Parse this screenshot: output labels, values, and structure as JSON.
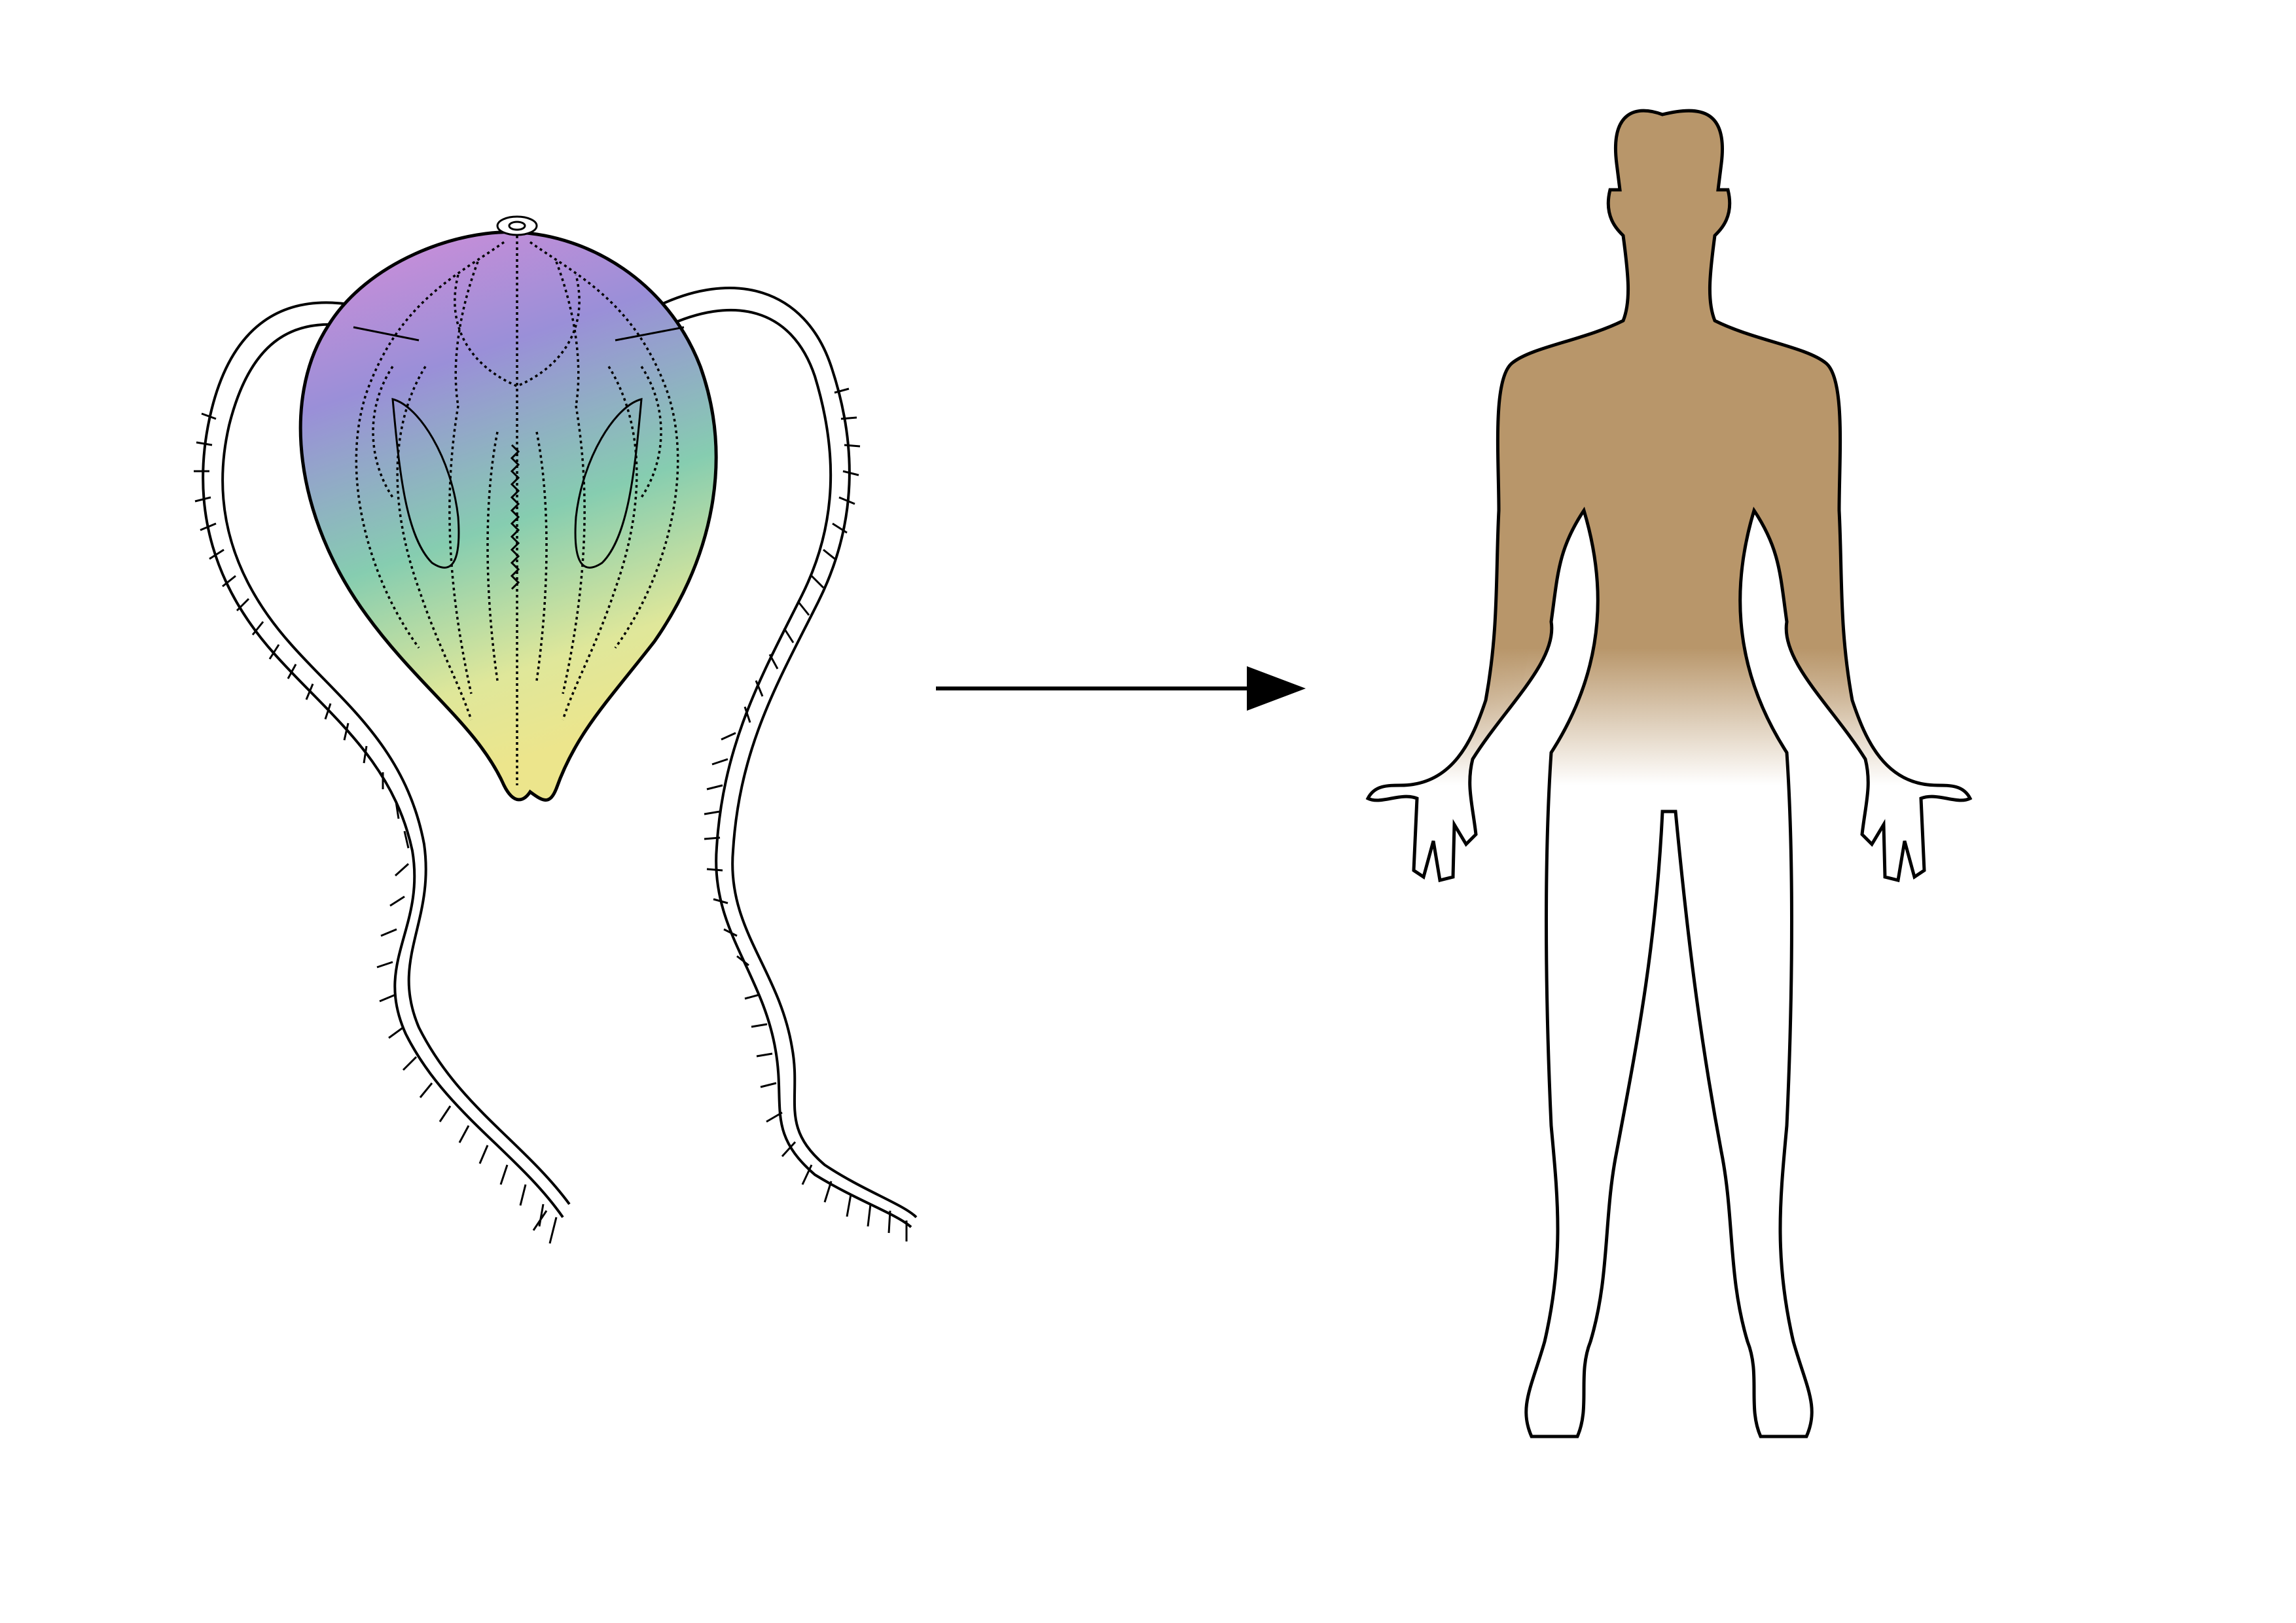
{
  "colors": {
    "background": "#ffffff",
    "outline": "#000000",
    "ctenophore_gradient": [
      "#d68ed9",
      "#9a8fd8",
      "#7fc7b4",
      "#dfe79a",
      "#e6e38e"
    ],
    "skin": "#b8966a"
  },
  "panels": [
    {
      "name": "ctenophore",
      "icon": "comb-jelly-icon"
    },
    {
      "name": "arrow",
      "icon": "arrow-right-icon"
    },
    {
      "name": "human",
      "icon": "human-silhouette-icon"
    }
  ]
}
